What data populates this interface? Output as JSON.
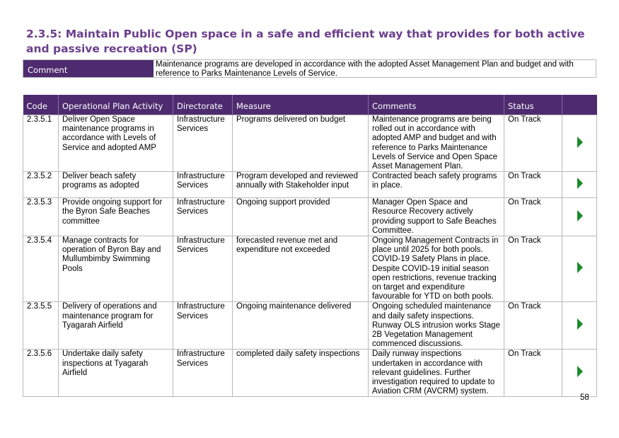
{
  "heading": "2.3.5: Maintain Public Open space in a safe and efficient way that provides for both active and passive recreation (SP)",
  "comment": {
    "label": "Comment",
    "text": "Maintenance programs are developed  in accordance with the adopted Asset Management Plan and budget and with reference to Parks Maintenance Levels of Service."
  },
  "table": {
    "headers": [
      "Code",
      "Operational Plan Activity",
      "Directorate",
      "Measure",
      "Comments",
      "Status",
      ""
    ],
    "rows": [
      {
        "code": "2.3.5.1",
        "activity": "Deliver Open Space maintenance programs in accordance with Levels of Service and adopted AMP",
        "directorate": "Infrastructure Services",
        "measure": "Programs delivered on budget",
        "comments": "Maintenance programs are being rolled out in accordance with adopted AMP and budget and with reference to Parks Maintenance Levels of Service and Open Space Asset Management Plan.",
        "status": "On Track"
      },
      {
        "code": "2.3.5.2",
        "activity": "Deliver beach safety programs as adopted",
        "directorate": "Infrastructure Services",
        "measure": "Program developed and reviewed annually with Stakeholder input",
        "comments": "Contracted beach safety programs in place.",
        "status": "On Track"
      },
      {
        "code": "2.3.5.3",
        "activity": "Provide ongoing support for the Byron Safe Beaches committee",
        "directorate": "Infrastructure Services",
        "measure": "Ongoing support provided",
        "comments": "Manager Open Space and Resource Recovery actively providing support to Safe Beaches Committee.",
        "status": "On Track"
      },
      {
        "code": "2.3.5.4",
        "activity": "Manage contracts for operation of Byron Bay and Mullumbimby Swimming Pools",
        "directorate": "Infrastructure Services",
        "measure": "forecasted revenue met and expenditure not exceeded",
        "comments": "Ongoing Management Contracts in place until 2025 for both pools. COVID-19 Safety Plans in place. Despite COVID-19 initial season open restrictions, revenue tracking on target and expenditure favourable for YTD on both pools.",
        "status": "On Track"
      },
      {
        "code": "2.3.5.5",
        "activity": "Delivery of operations and maintenance program for Tyagarah Airfield",
        "directorate": "Infrastructure Services",
        "measure": "Ongoing maintenance delivered",
        "comments": "Ongoing scheduled maintenance and daily safety inspections. Runway OLS intrusion works Stage 2B Vegetation Management commenced discussions.",
        "status": "On Track"
      },
      {
        "code": "2.3.5.6",
        "activity": "Undertake daily safety inspections at Tyagarah Airfield",
        "directorate": "Infrastructure Services",
        "measure": "completed daily safety inspections",
        "comments": "Daily runway inspections undertaken in accordance with relevant guidelines. Further investigation required to update to Aviation CRM (AVCRM) system.",
        "status": "On Track"
      }
    ]
  },
  "colors": {
    "heading": "#6b3f8e",
    "header_bg": "#4e2b6f",
    "status_arrow": "#1a8a2a"
  },
  "icons": {
    "row_action": "play-arrow-icon"
  },
  "page_number": "58"
}
